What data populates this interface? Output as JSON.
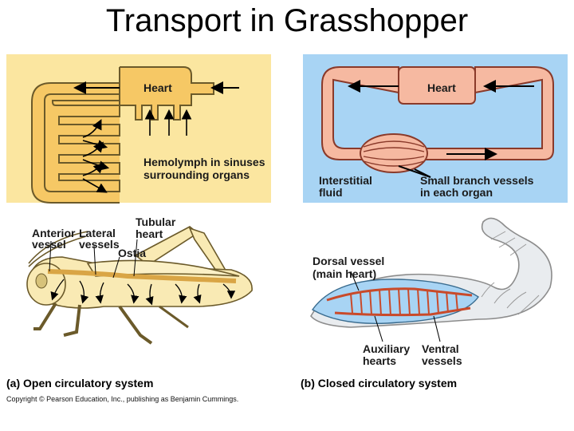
{
  "title": "Transport in Grasshopper",
  "open": {
    "heart_label": "Heart",
    "hemolymph_label_line1": "Hemolymph in sinuses",
    "hemolymph_label_line2": "surrounding organs",
    "anterior_line1": "Anterior",
    "anterior_line2": "vessel",
    "lateral_line1": "Lateral",
    "lateral_line2": "vessels",
    "tubular_line1": "Tubular",
    "tubular_line2": "heart",
    "ostia": "Ostia",
    "caption": "(a) Open circulatory system",
    "colors": {
      "panel": "#fbe6a0",
      "vessel": "#f6c865",
      "insect": "#f9eab4",
      "outline": "#6b5a2a"
    }
  },
  "closed": {
    "heart_label": "Heart",
    "interstitial_line1": "Interstitial",
    "interstitial_line2": "fluid",
    "small_branch_line1": "Small branch vessels",
    "small_branch_line2": "in each organ",
    "dorsal_line1": "Dorsal vessel",
    "dorsal_line2": "(main heart)",
    "auxiliary_line1": "Auxiliary",
    "auxiliary_line2": "hearts",
    "ventral_line1": "Ventral",
    "ventral_line2": "vessels",
    "caption": "(b) Closed circulatory system",
    "colors": {
      "panel": "#a8d4f4",
      "vessel": "#f6b9a1",
      "worm": "#e9ecef",
      "outline": "#8a3a2a"
    }
  },
  "copyright": "Copyright © Pearson Education, Inc., publishing as Benjamin Cummings."
}
